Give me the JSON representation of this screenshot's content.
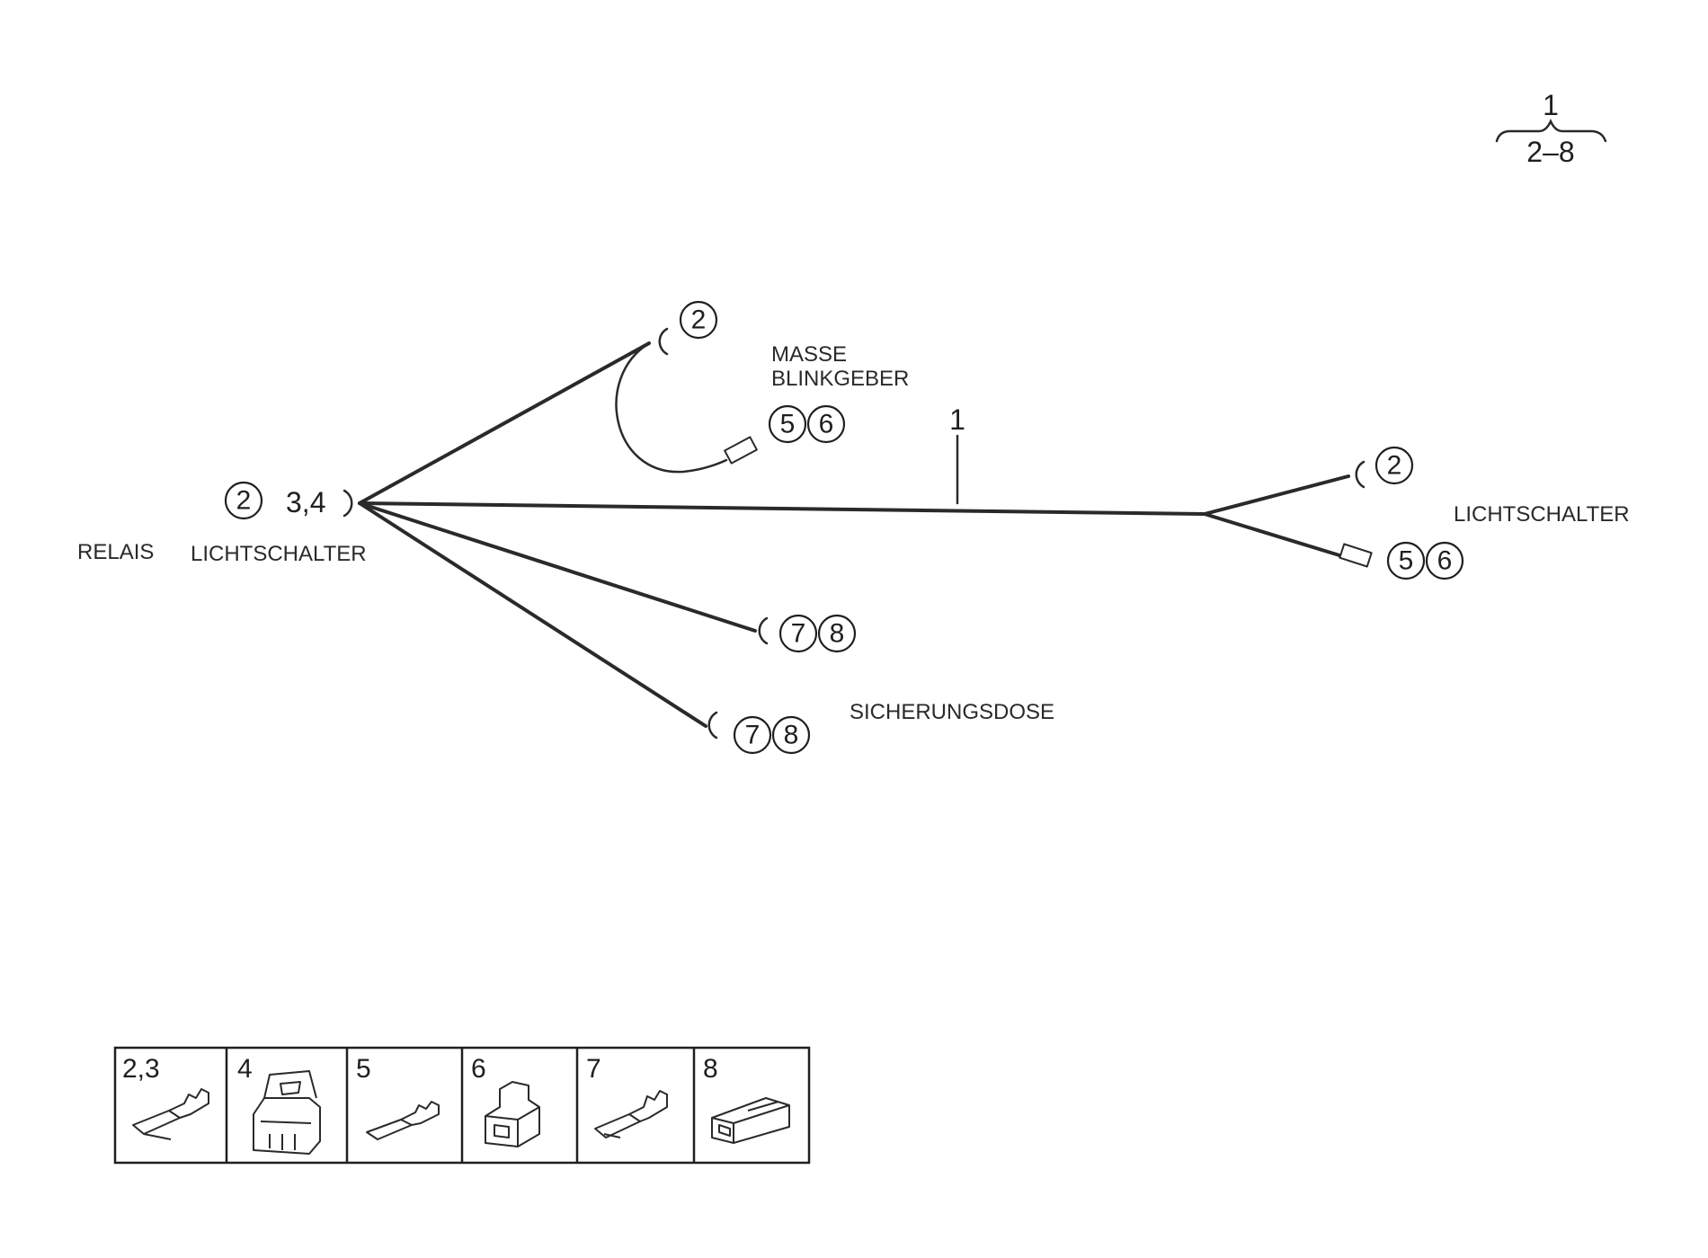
{
  "index": {
    "top": "1",
    "bottom": "2–8"
  },
  "harness": {
    "main_label": "1",
    "relais_circle": "2",
    "relais_pair": "3,4",
    "masse_circle": "2",
    "blinkgeber_c1": "5",
    "blinkgeber_c2": "6",
    "right_top_circle": "2",
    "right_bottom_c1": "5",
    "right_bottom_c2": "6",
    "fuse_upper_c1": "7",
    "fuse_upper_c2": "8",
    "fuse_lower_c1": "7",
    "fuse_lower_c2": "8"
  },
  "labels": {
    "relais": "RELAIS",
    "lichtschalter_left": "LICHTSCHALTER",
    "masse": "MASSE",
    "blinkgeber": "BLINKGEBER",
    "lichtschalter_right": "LICHTSCHALTER",
    "sicherungsdose": "SICHERUNGSDOSE"
  },
  "parts": [
    "2,3",
    "4",
    "5",
    "6",
    "7",
    "8"
  ]
}
